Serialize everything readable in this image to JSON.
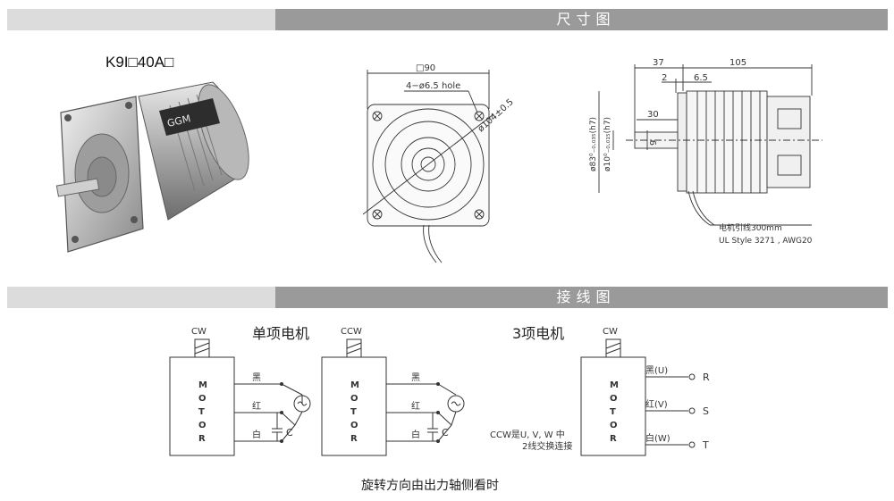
{
  "sections": {
    "dimensions_title": "尺寸图",
    "wiring_title": "接线图"
  },
  "model": "K9I□40A□",
  "front_view": {
    "square": "□90",
    "hole": "4−ø6.5 hole",
    "pcd": "ø104±0.5"
  },
  "side_view": {
    "d37": "37",
    "d105": "105",
    "d2": "2",
    "d65": "6.5",
    "d30": "30",
    "d9": "9",
    "flange_dia": "ø83⁰₋₀.₀₃₅(h7)",
    "shaft_dia": "ø10⁰₋₀.₀₁₅(h7)",
    "lead_note": "电机引线300mm",
    "lead_spec": "UL Style 3271 , AWG20"
  },
  "wiring": {
    "single_phase_title": "单项电机",
    "three_phase_title": "3项电机",
    "cw": "CW",
    "ccw": "CCW",
    "motor_letters": [
      "M",
      "O",
      "T",
      "O",
      "R"
    ],
    "black": "黑",
    "red": "红",
    "white": "白",
    "cap": "C",
    "black_u": "黑(U)",
    "red_v": "红(V)",
    "white_w": "白(W)",
    "r": "R",
    "s": "S",
    "t": "T",
    "ccw_note_1": "CCW是U, V, W 中",
    "ccw_note_2": "2线交换连接"
  },
  "footer": "旋转方向由出力轴侧看时"
}
